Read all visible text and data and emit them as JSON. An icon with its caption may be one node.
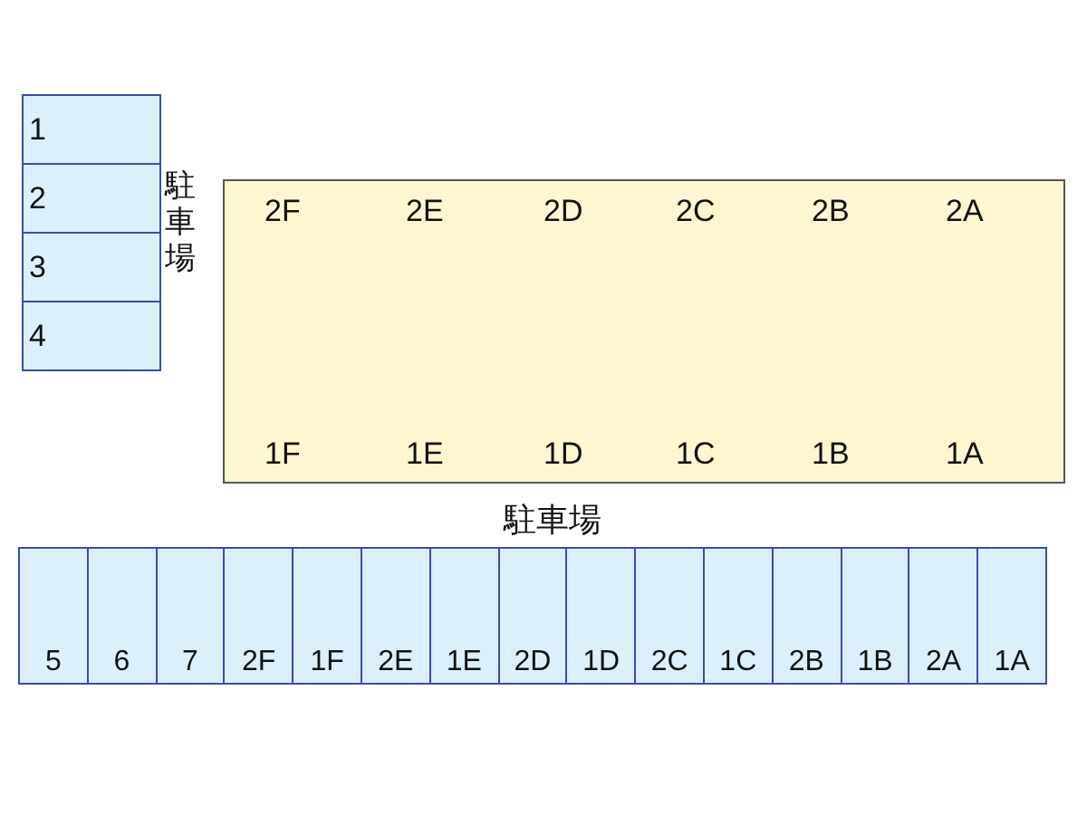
{
  "diagram": {
    "nodes": [
      {
        "text": [
          "1"
        ]
      },
      {
        "text": [
          "2"
        ]
      },
      {
        "text": [
          "3"
        ]
      },
      {
        "text": [
          "4"
        ]
      },
      {
        "text": [
          "2F",
          "2E",
          "2D",
          "2C",
          "2B",
          "2A",
          "1F",
          "1E",
          "1D",
          "1C",
          "1B",
          "1A"
        ]
      },
      {
        "text": [
          "5"
        ]
      },
      {
        "text": [
          "6"
        ]
      },
      {
        "text": [
          "7"
        ]
      },
      {
        "text": [
          "2F"
        ]
      },
      {
        "text": [
          "1F"
        ]
      },
      {
        "text": [
          "2E"
        ]
      },
      {
        "text": [
          "1E"
        ]
      },
      {
        "text": [
          "2D"
        ]
      },
      {
        "text": [
          "1D"
        ]
      },
      {
        "text": [
          "2C"
        ]
      },
      {
        "text": [
          "1C"
        ]
      },
      {
        "text": [
          "2B"
        ]
      },
      {
        "text": [
          "1B"
        ]
      },
      {
        "text": [
          "2A"
        ]
      },
      {
        "text": [
          "1A"
        ]
      }
    ],
    "labels": [
      "駐車場",
      "駐車場"
    ]
  }
}
